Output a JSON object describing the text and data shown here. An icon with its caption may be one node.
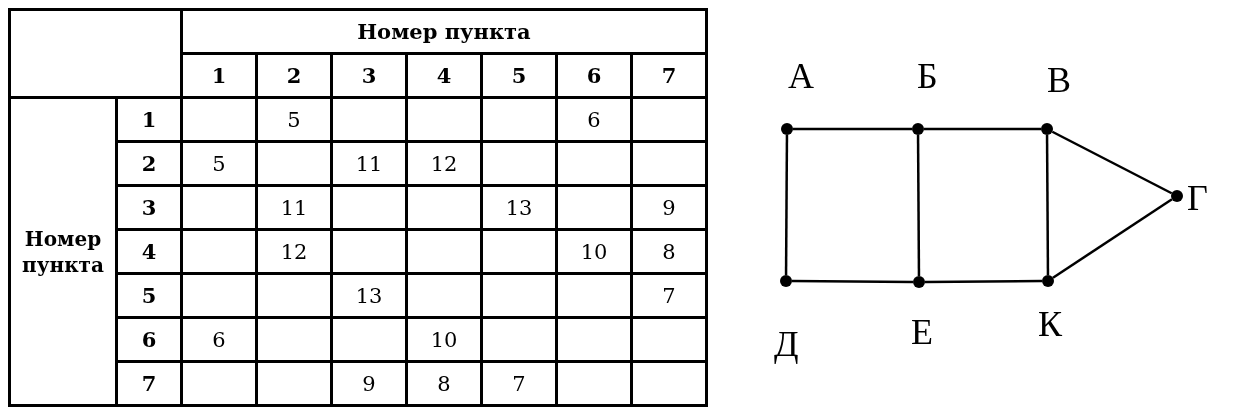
{
  "diagram": {
    "nodes": [
      {
        "text": [],
        "shape": "circle",
        "beside": [
          "А"
        ]
      },
      {
        "text": [],
        "shape": "circle",
        "beside": [
          "Б"
        ]
      },
      {
        "text": [],
        "shape": "circle",
        "beside": [
          "В"
        ]
      },
      {
        "text": [],
        "shape": "circle",
        "beside": [
          "Г"
        ]
      },
      {
        "text": [],
        "shape": "circle",
        "beside": [
          "Д"
        ]
      },
      {
        "text": [],
        "shape": "circle",
        "beside": [
          "Е"
        ]
      },
      {
        "text": [],
        "shape": "circle",
        "beside": [
          "К"
        ]
      }
    ],
    "edges": [
      {
        "from": 0,
        "to": 1,
        "arrow": "none"
      },
      {
        "from": 1,
        "to": 2,
        "arrow": "none"
      },
      {
        "from": 0,
        "to": 4,
        "arrow": "none"
      },
      {
        "from": 1,
        "to": 5,
        "arrow": "none"
      },
      {
        "from": 2,
        "to": 6,
        "arrow": "none"
      },
      {
        "from": 2,
        "to": 3,
        "arrow": "none"
      },
      {
        "from": 3,
        "to": 6,
        "arrow": "none"
      },
      {
        "from": 4,
        "to": 5,
        "arrow": "none"
      },
      {
        "from": 5,
        "to": 6,
        "arrow": "none"
      }
    ],
    "labels": [
      "Номер пункта",
      "1",
      "2",
      "3",
      "4",
      "5",
      "6",
      "7",
      "Номер пункта",
      "1",
      "5",
      "6",
      "2",
      "5",
      "11",
      "12",
      "3",
      "11",
      "13",
      "9",
      "4",
      "12",
      "10",
      "8",
      "5",
      "13",
      "7",
      "6",
      "6",
      "10",
      "7",
      "9",
      "8",
      "7"
    ]
  }
}
